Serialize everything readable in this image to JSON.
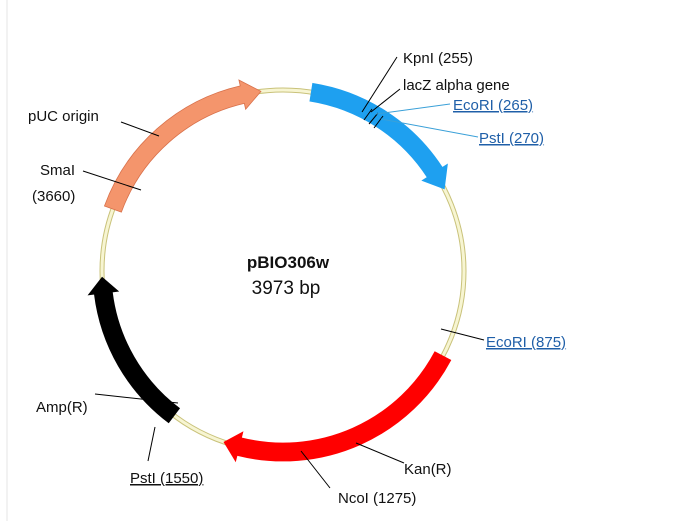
{
  "plasmid": {
    "name": "pBIO306w",
    "size": "3973 bp"
  },
  "colors": {
    "backbone": "#f2f0c0",
    "backbone_edge": "#c9c27a",
    "pUC_origin": "#f4956c",
    "lacZ": "#1ea0f0",
    "KanR": "#ff0000",
    "AmpR": "#000000",
    "ecori_875_label": "#1f5fa8",
    "lacz_site_label": "#1f5fa8"
  },
  "features": {
    "puc_origin": "pUC origin",
    "lacz": "lacZ alpha gene",
    "kanr": "Kan(R)",
    "ampr": "Amp(R)"
  },
  "sites": {
    "kpni_255": "KpnI (255)",
    "ecori_265": "EcoRI (265)",
    "psti_270": "PstI (270)",
    "ecori_875": "EcoRI (875)",
    "ncoi_1275": "NcoI (1275)",
    "psti_1550": "PstI (1550)",
    "smai_3660_name": "SmaI",
    "smai_3660_pos": "(3660)"
  }
}
